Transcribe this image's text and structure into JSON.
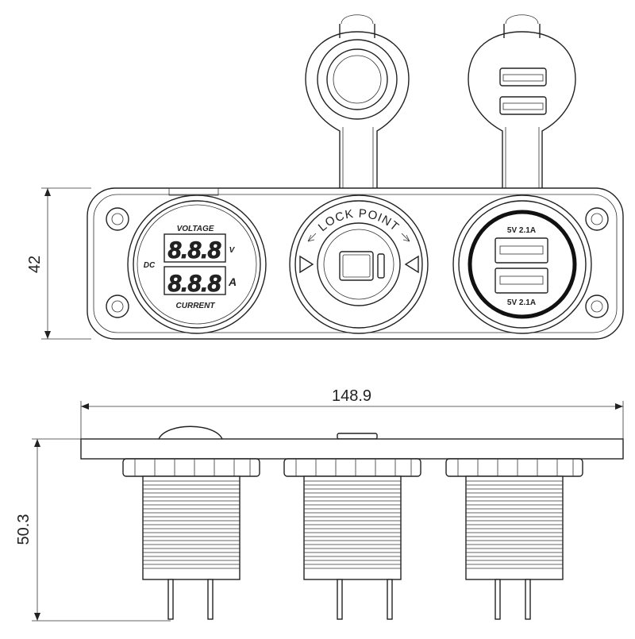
{
  "dimensions": {
    "height_front": "42",
    "width_side": "148.9",
    "height_side": "50.3"
  },
  "voltmeter": {
    "top_label": "VOLTAGE",
    "bottom_label": "CURRENT",
    "dc_label": "DC",
    "volt_unit": "V",
    "amp_unit": "A",
    "digits_top": "8.8.8",
    "digits_bottom": "8.8.8"
  },
  "lighter": {
    "arc_label": "LOCK POINT"
  },
  "usb": {
    "top_rating": "5V  2.1A",
    "bottom_rating": "5V  2.1A"
  }
}
